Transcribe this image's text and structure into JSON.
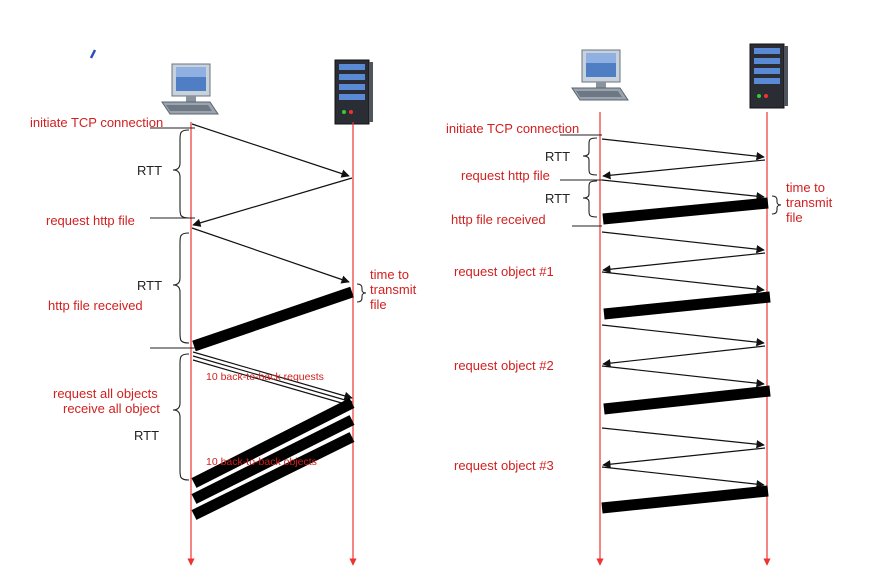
{
  "left": {
    "initiate_tcp": "initiate TCP connection",
    "rtt_1": "RTT",
    "request_http": "request http file",
    "rtt_2": "RTT",
    "http_received": "http file received",
    "time_to_transmit": [
      "time to",
      "transmit",
      "file"
    ],
    "request_all": "request all objects",
    "receive_all": "receive all object",
    "rtt_3": "RTT",
    "requests_note": "10 back-to-back requests",
    "objects_note": "10 back-to-back objects"
  },
  "right": {
    "initiate_tcp": "initiate TCP connection",
    "rtt_1": "RTT",
    "request_http": "request http file",
    "rtt_2": "RTT",
    "time_to_transmit": [
      "time to",
      "transmit",
      "file"
    ],
    "http_received": "http file received",
    "request_obj_1": "request object #1",
    "request_obj_2": "request object #2",
    "request_obj_3": "request object #3"
  },
  "colors": {
    "timeline": "#ee3333",
    "label": "#d21f1f",
    "text": "#222222",
    "tick_accent": "#2a4fb5"
  },
  "icons": [
    "client-computer-icon",
    "server-icon"
  ]
}
